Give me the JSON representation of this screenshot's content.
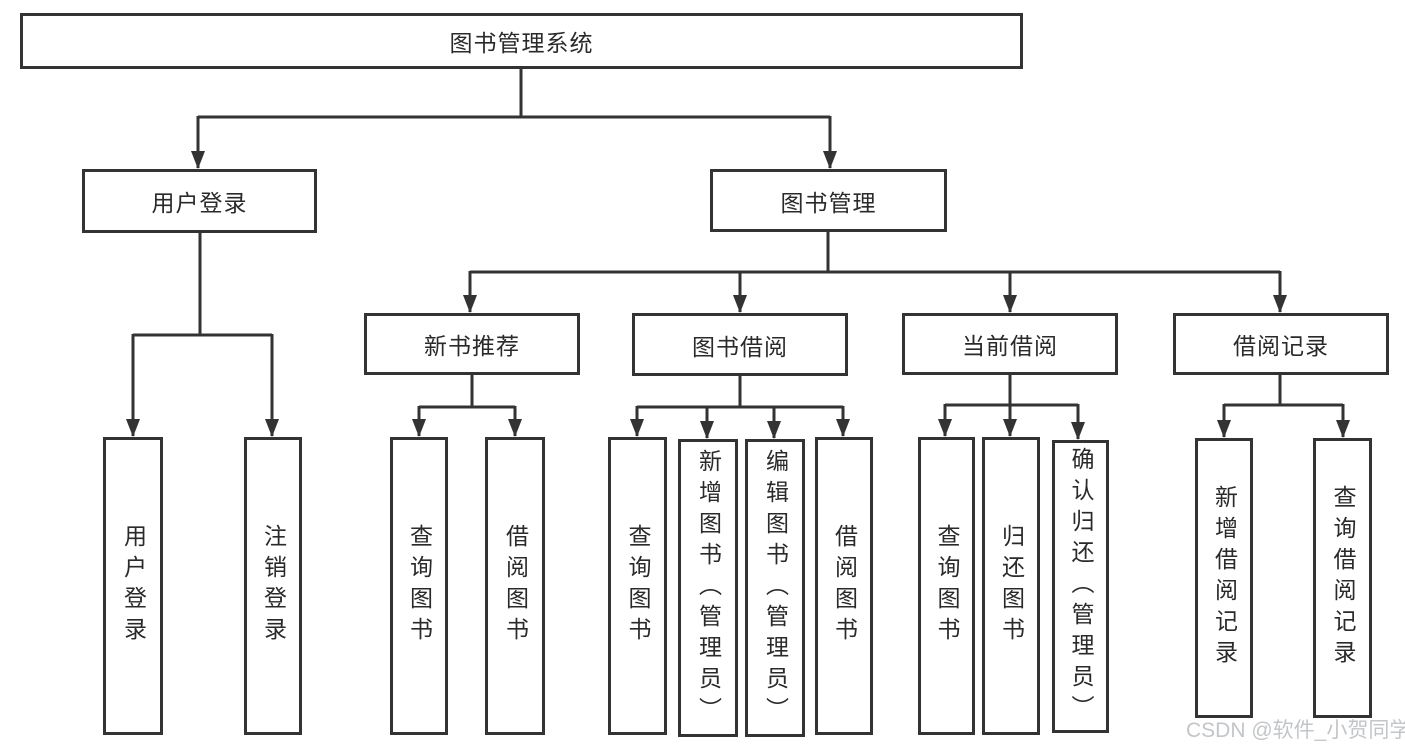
{
  "tree": {
    "label": "图书管理系统",
    "children": [
      {
        "label": "用户登录",
        "children": [
          {
            "label": "用户登录"
          },
          {
            "label": "注销登录"
          }
        ]
      },
      {
        "label": "图书管理",
        "children": [
          {
            "label": "新书推荐",
            "children": [
              {
                "label": "查询图书"
              },
              {
                "label": "借阅图书"
              }
            ]
          },
          {
            "label": "图书借阅",
            "children": [
              {
                "label": "查询图书"
              },
              {
                "label": "新增图书（管理员）"
              },
              {
                "label": "编辑图书（管理员）"
              },
              {
                "label": "借阅图书"
              }
            ]
          },
          {
            "label": "当前借阅",
            "children": [
              {
                "label": "查询图书"
              },
              {
                "label": "归还图书"
              },
              {
                "label": "确认归还（管理员）"
              }
            ]
          },
          {
            "label": "借阅记录",
            "children": [
              {
                "label": "新增借阅记录"
              },
              {
                "label": "查询借阅记录"
              }
            ]
          }
        ]
      }
    ]
  },
  "watermark": {
    "text": "CSDN @软件_小贺同学"
  },
  "colors": {
    "background": "#ffffff",
    "line": "#333333",
    "node_border": "#333333",
    "text": "#2a2a2a",
    "watermark_text": "#c3c6c8"
  }
}
